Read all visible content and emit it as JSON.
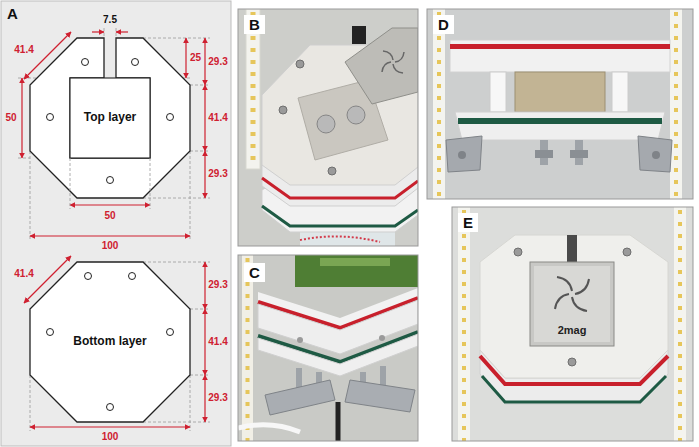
{
  "diagram": {
    "nodes": [
      {
        "text": [
          "A"
        ]
      },
      {
        "text": [
          "Top layer"
        ],
        "in": 0
      },
      {
        "text": [
          "Bottom layer"
        ],
        "in": 0
      },
      {
        "text": [
          "B"
        ]
      },
      {
        "text": [
          "C"
        ]
      },
      {
        "text": [
          "D"
        ]
      },
      {
        "text": [
          "E"
        ]
      }
    ],
    "labels": [
      "7.5",
      "41.4",
      "25",
      "29.3",
      "50",
      "41.4",
      "29.3",
      "50",
      "100",
      "41.4",
      "29.3",
      "41.4",
      "29.3",
      "100",
      "2mag"
    ]
  }
}
